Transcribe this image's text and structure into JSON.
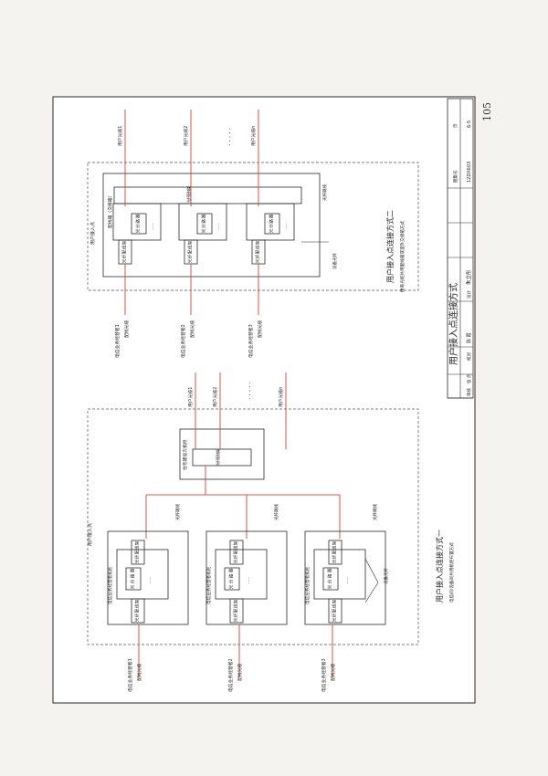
{
  "page_number": "105",
  "title_block": {
    "title": "用户接入点连接方式",
    "review_label": "审核",
    "review_name": "张 杰",
    "check_label": "校对",
    "check_name": "陈 霞",
    "design_label": "设计",
    "design_name": "朱立彤",
    "atlas_label": "图集号",
    "atlas_value": "12DX603",
    "page_label": "页",
    "page_value": "6-5"
  },
  "top_diagram": {
    "caption": "用户接入点连接方式二",
    "subcaption": "楼率光缆共用配线箱或室外交接箱方式",
    "region_label": "用户接入点",
    "cabinet_label": "配线箱（交接箱）",
    "top_panel": [
      "光",
      "纤",
      "配",
      "线",
      "架"
    ],
    "jumper_label": "光纤跳线",
    "equipment_label": "设备光纤",
    "splitter": [
      "光",
      "分",
      "路",
      "器"
    ],
    "odf": [
      "光",
      "纤",
      "配",
      "线",
      "架"
    ],
    "dots": "……",
    "user_cables": [
      "用户光缆1",
      "用户光缆2",
      "用户光缆n"
    ],
    "user_dots": "· · · · ·",
    "operators": [
      "电信业务经营者1",
      "电信业务经营者2",
      "电信业务经营者3"
    ],
    "feeder": "配线光缆"
  },
  "bottom_diagram": {
    "caption": "用户接入点连接方式一",
    "subcaption": "电信间/设备间共用机柜布置方式",
    "region_label": "用户接入点",
    "shared_cabinet_label": "住宅建设方机柜",
    "shared_odf": [
      "光",
      "纤",
      "配",
      "线",
      "架"
    ],
    "operator_cabinet_labels": [
      "电信业务经营者机柜",
      "电信业务经营者机柜",
      "电信业务经营者机柜"
    ],
    "jumper_label": "光纤跳线",
    "equipment_label": "设备光纤",
    "splitter": [
      "光",
      "分",
      "路",
      "器"
    ],
    "odf": [
      "光",
      "纤",
      "配",
      "线",
      "架"
    ],
    "dots": "……",
    "user_cables": [
      "用户光缆1",
      "用户光缆2",
      "用户光缆n"
    ],
    "user_dots": "· · · · ·",
    "operators": [
      "电信业务经营者1",
      "电信业务经营者2",
      "电信业务经营者3"
    ],
    "feeder": "配线光缆"
  },
  "colors": {
    "cable": "#d8554a",
    "line": "#2a2a2a",
    "dash": "#555555",
    "paper": "#ffffff"
  }
}
